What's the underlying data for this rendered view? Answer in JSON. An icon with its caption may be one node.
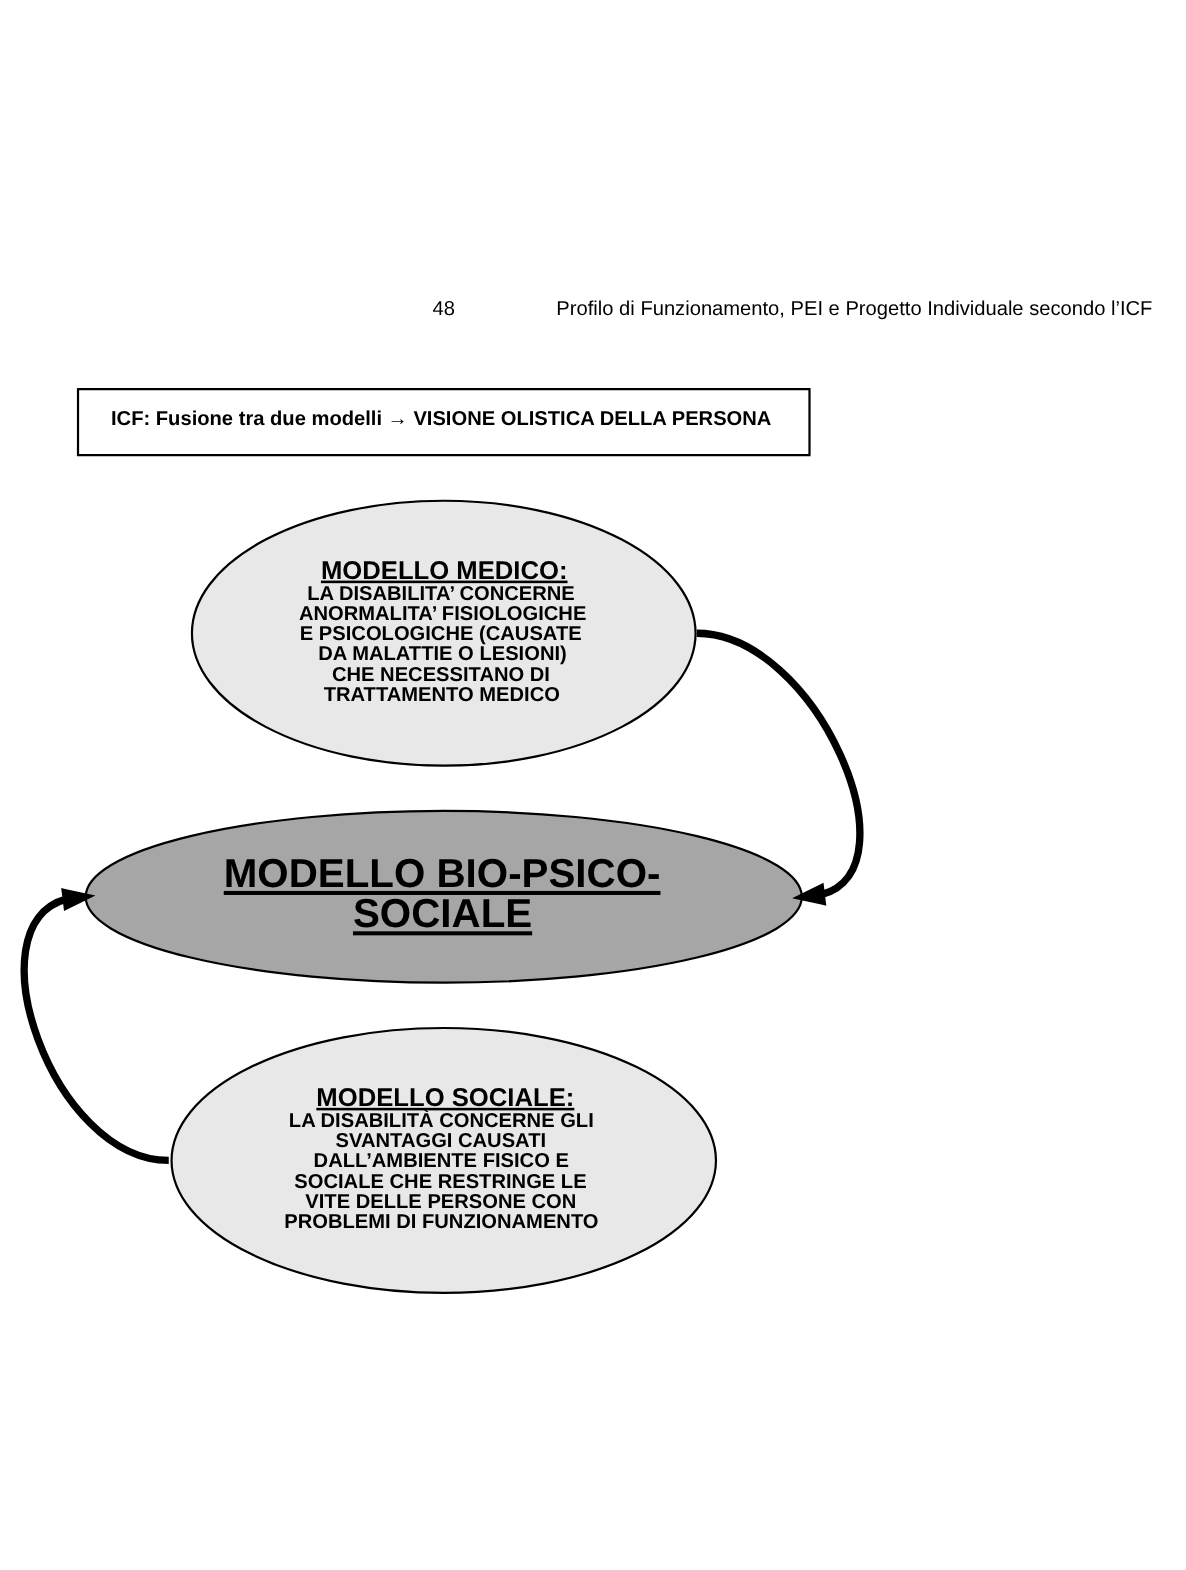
{
  "diagram": {
    "nodes": [
      {
        "text": [
          "ICF: Fusione tra due modelli → VISIONE OLISTICA DELLA PERSONA"
        ]
      },
      {
        "text": [
          "MODELLO MEDICO:",
          "LA DISABILITA’ CONCERNE ANORMALITA’ FISIOLOGICHE E PSICOLOGICHE (CAUSATE DA MALATTIE O LESIONI) CHE NECESSITANO DI TRATTAMENTO MEDICO"
        ]
      },
      {
        "text": [
          "MODELLO BIO-PSICO-SOCIALE"
        ]
      },
      {
        "text": [
          "MODELLO SOCIALE:",
          "LA DISABILITÀ CONCERNE GLI SVANTAGGI CAUSATI DALL’AMBIENTE FISICO E SOCIALE CHE RESTRINGE LE VITE DELLE PERSONE CON PROBLEMI DI FUNZIONAMENTO"
        ]
      }
    ],
    "edges": [
      {
        "from": 1,
        "to": 2,
        "arrow": "to"
      },
      {
        "from": 3,
        "to": 2,
        "arrow": "to"
      }
    ],
    "labels": [
      "48",
      "Profilo di Funzionamento, PEI e Progetto Individuale secondo l’ICF"
    ]
  }
}
